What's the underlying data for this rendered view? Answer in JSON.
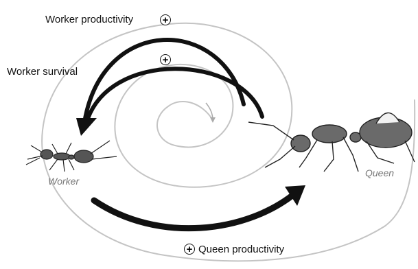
{
  "labels": {
    "worker_productivity": "Worker productivity",
    "worker_survival": "Worker survival",
    "queen_productivity": "Queen productivity",
    "worker_caste": "Worker",
    "queen_caste": "Queen",
    "plus_symbol": "+"
  },
  "colors": {
    "spiral": "#c4c4c4",
    "arrows": "#111111",
    "caste_label": "#777777"
  }
}
